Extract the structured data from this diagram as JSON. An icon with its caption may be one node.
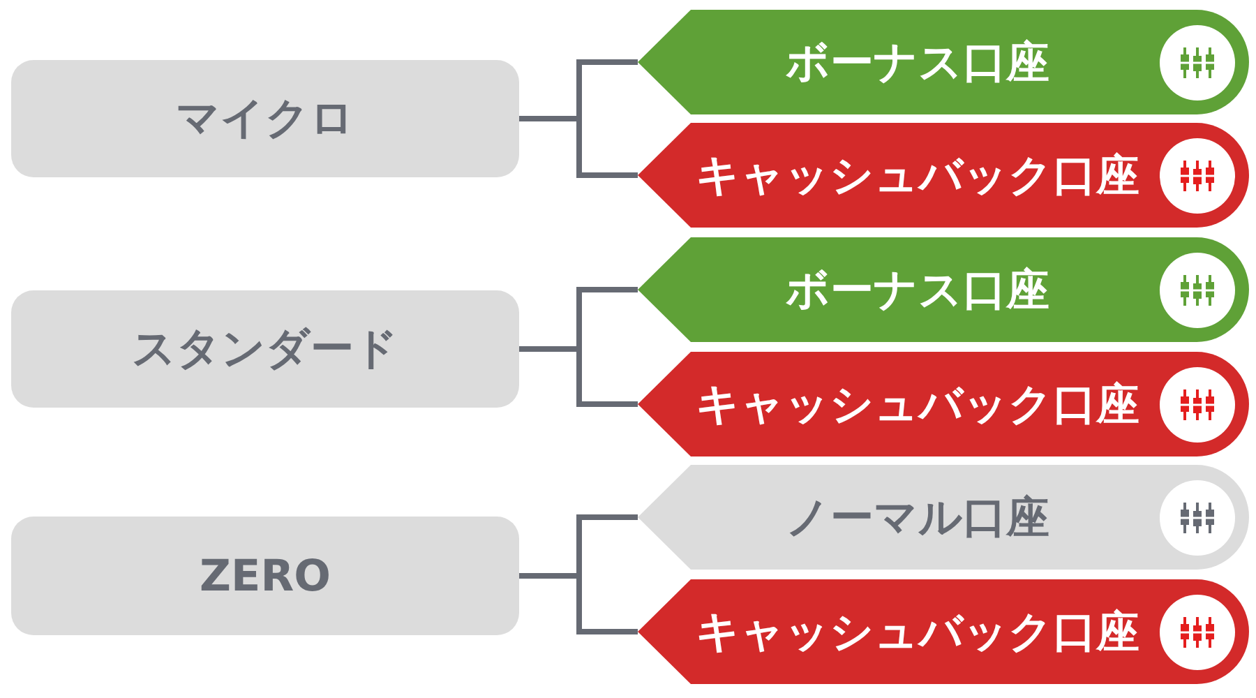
{
  "diagram": {
    "nodes": [
      {
        "text": [
          "マイクロ"
        ]
      },
      {
        "text": [
          "ボーナス口座"
        ]
      },
      {
        "text": [
          "キャッシュバック口座"
        ]
      },
      {
        "text": [
          "スタンダード"
        ]
      },
      {
        "text": [
          "ボーナス口座"
        ]
      },
      {
        "text": [
          "キャッシュバック口座"
        ]
      },
      {
        "text": [
          "ZERO"
        ]
      },
      {
        "text": [
          "ノーマル口座"
        ]
      },
      {
        "text": [
          "キャッシュバック口座"
        ]
      }
    ],
    "edges": [
      {
        "from": 0,
        "to": 1,
        "arrow": "none"
      },
      {
        "from": 0,
        "to": 2,
        "arrow": "none"
      },
      {
        "from": 3,
        "to": 4,
        "arrow": "none"
      },
      {
        "from": 3,
        "to": 5,
        "arrow": "none"
      },
      {
        "from": 6,
        "to": 7,
        "arrow": "none"
      },
      {
        "from": 6,
        "to": 8,
        "arrow": "none"
      }
    ]
  }
}
